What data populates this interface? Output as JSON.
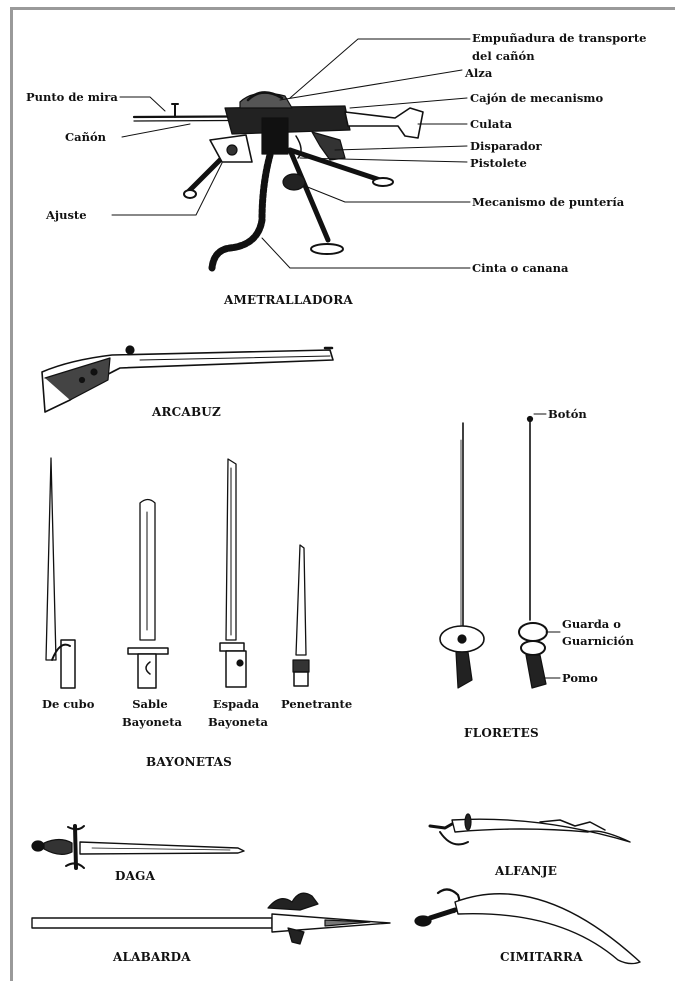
{
  "machine_gun": {
    "caption": "AMETRALLADORA",
    "labels": {
      "punto_de_mira": "Punto de mira",
      "canon": "Cañón",
      "ajuste": "Ajuste",
      "empunadura_line1": "Empuñadura de transporte",
      "empunadura_line2": "del cañón",
      "alza": "Alza",
      "cajon": "Cajón de mecanismo",
      "culata": "Culata",
      "disparador": "Disparador",
      "pistolete": "Pistolete",
      "mecanismo": "Mecanismo de puntería",
      "cinta": "Cinta o canana"
    }
  },
  "arcabuz": {
    "caption": "ARCABUZ"
  },
  "bayonetas": {
    "caption": "BAYONETAS",
    "items": {
      "de_cubo": "De cubo",
      "sable_1": "Sable",
      "sable_2": "Bayoneta",
      "espada_1": "Espada",
      "espada_2": "Bayoneta",
      "penetrante": "Penetrante"
    }
  },
  "floretes": {
    "caption": "FLORETES",
    "labels": {
      "boton": "Botón",
      "guarda_1": "Guarda o",
      "guarda_2": "Guarnición",
      "pomo": "Pomo"
    }
  },
  "daga": {
    "caption": "DAGA"
  },
  "alfanje": {
    "caption": "ALFANJE"
  },
  "alabarda": {
    "caption": "ALABARDA"
  },
  "cimitarra": {
    "caption": "CIMITARRA"
  }
}
